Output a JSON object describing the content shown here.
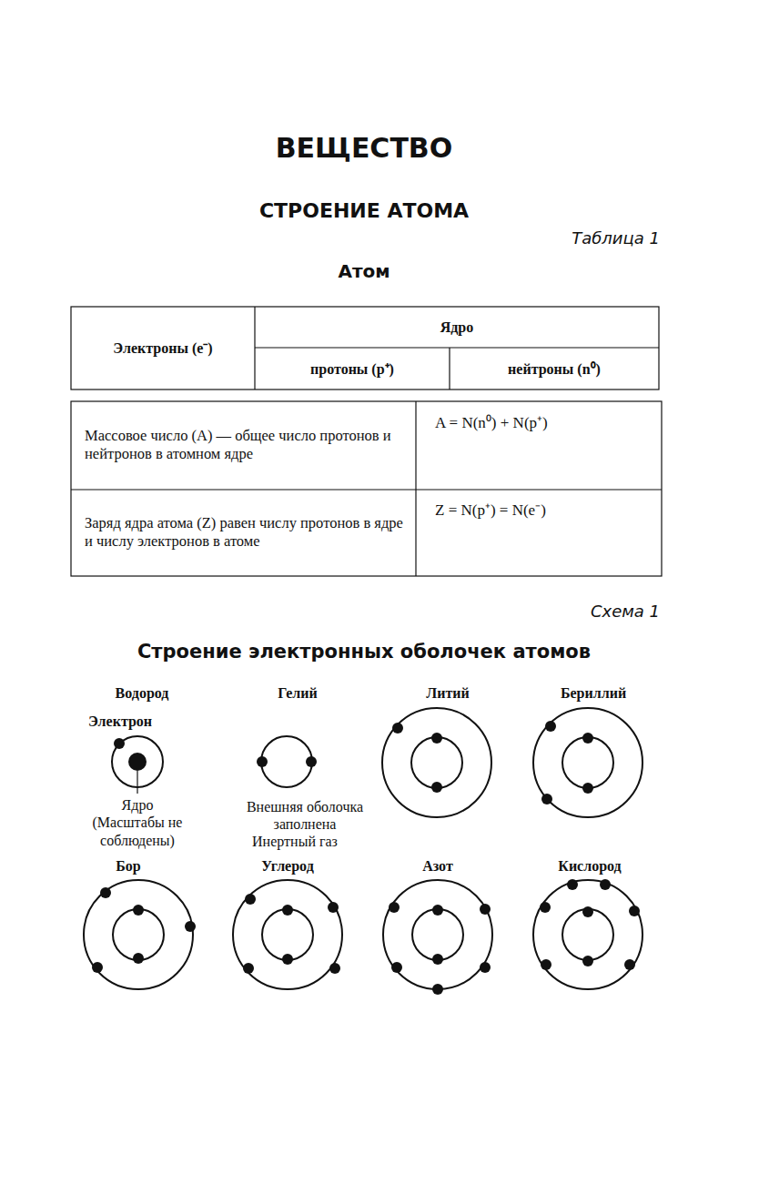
{
  "diagram": {
    "title": "ВЕЩЕСТВО",
    "labels": [
      "СТРОЕНИЕ АТОМА",
      "Таблица 1",
      "Атом",
      "Электроны (e⁻)",
      "Ядро",
      "протоны (p⁺)",
      "нейтроны (n⁰)",
      "Массовое число (A) — общее число протонов и нейтронов в атомном ядре",
      "A = N(n⁰) + N(p⁺)",
      "Заряд ядра атома (Z) равен числу протонов в ядре и числу электронов в атоме",
      "Z = N(p⁺) = N(e⁻)",
      "Схема 1",
      "Строение электронных оболочек атомов",
      "Водород",
      "Электрон",
      "Ядро (Масштабы не соблюдены)",
      "Гелий",
      "Внешняя оболочка заполнена",
      "Инертный газ",
      "Литий",
      "Бериллий",
      "Бор",
      "Углерод",
      "Азот",
      "Кислород"
    ]
  }
}
